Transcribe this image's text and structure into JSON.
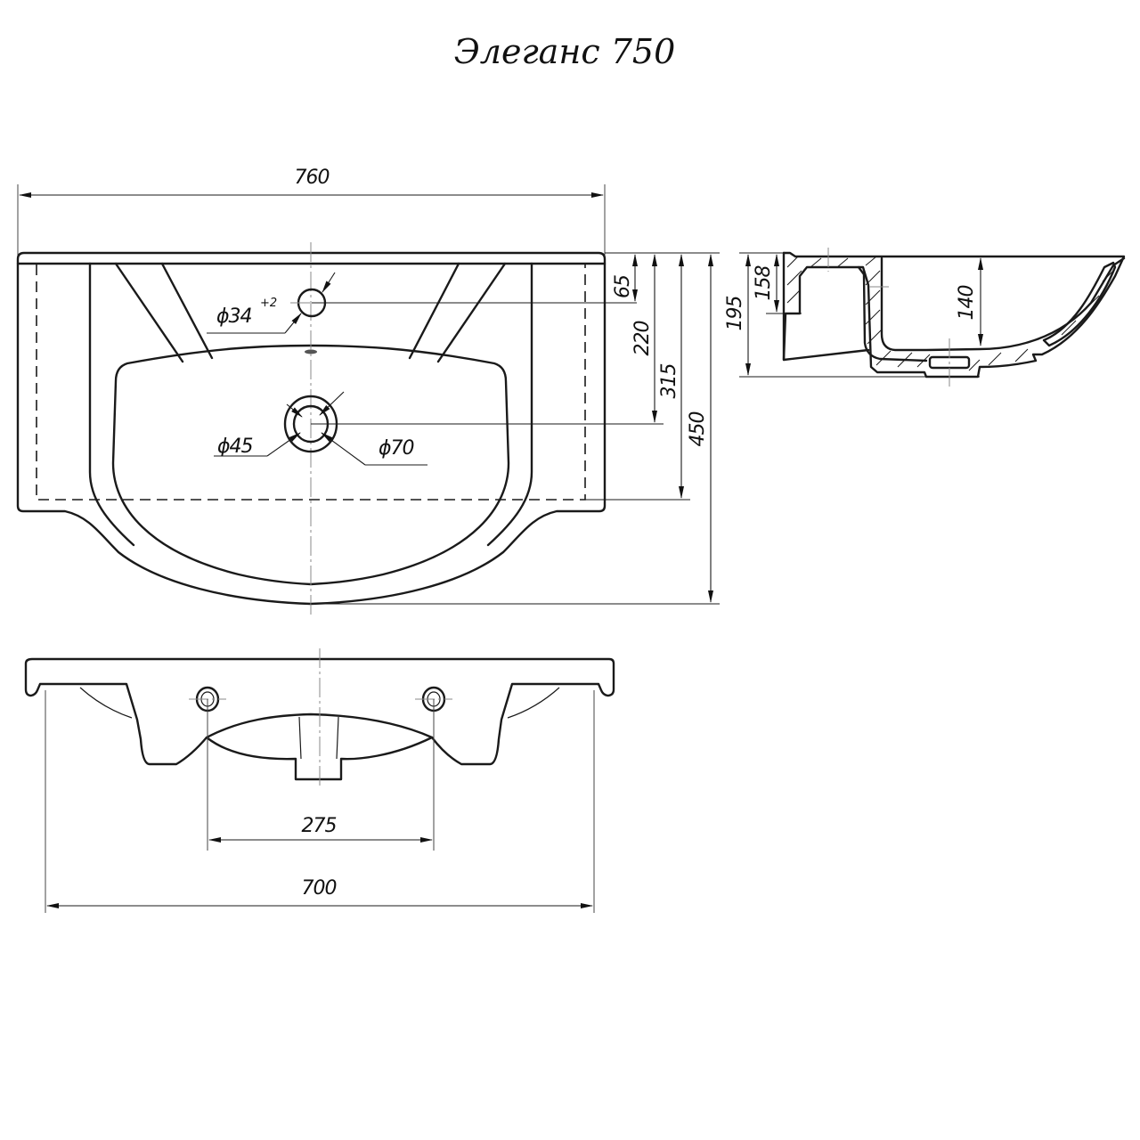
{
  "title": "Элеганс 750",
  "colors": {
    "line": "#1a1a1a",
    "centerline": "#8a8a8a",
    "background": "#ffffff"
  },
  "top_view": {
    "overall_width": "760",
    "faucet_hole": {
      "label": "ϕ34",
      "tolerance": "+2"
    },
    "drain_inner": "ϕ45",
    "drain_outer": "ϕ70",
    "vertical_dims": {
      "faucet_offset": "65",
      "drain_offset": "220",
      "cabinet_depth": "315",
      "overall_depth": "450"
    }
  },
  "side_view": {
    "overall_height": "195",
    "rim_height": "158",
    "bowl_depth": "140"
  },
  "front_view": {
    "mount_spacing": "275",
    "mount_width": "700"
  }
}
